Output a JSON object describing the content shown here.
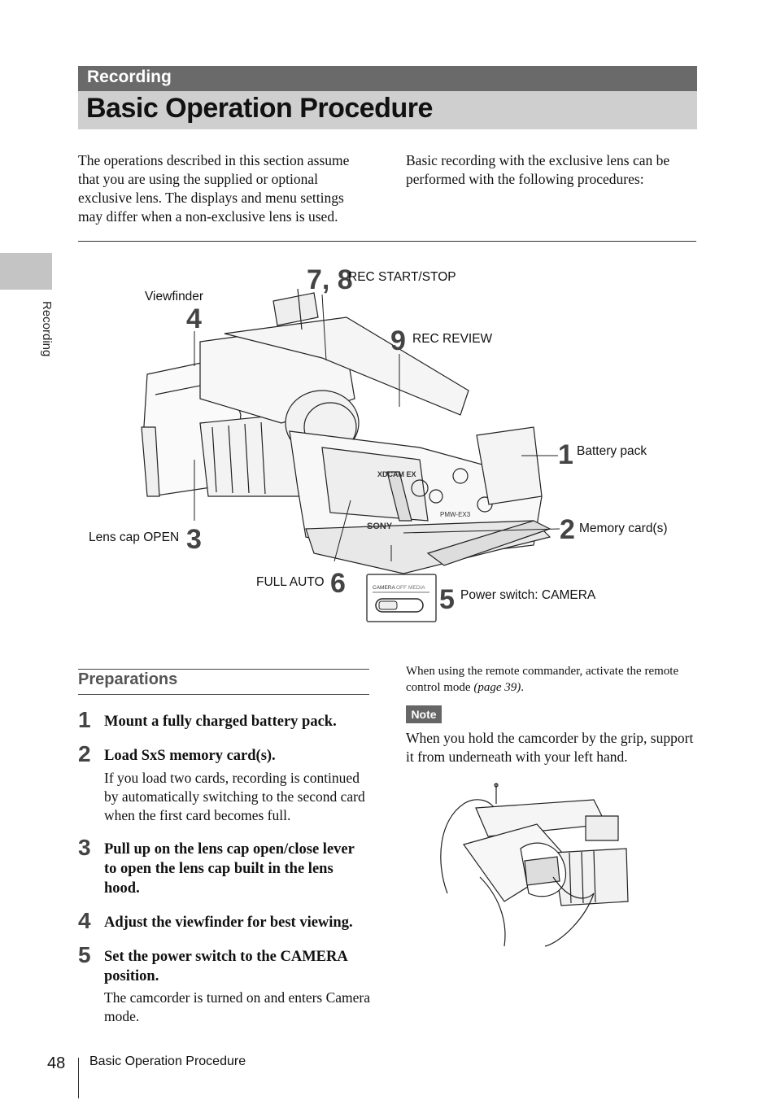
{
  "header": {
    "section": "Recording",
    "title": "Basic Operation Procedure"
  },
  "side_tab": {
    "label": "Recording"
  },
  "intro": {
    "left": "The operations described in this section assume that you are using the supplied or optional exclusive lens. The displays and menu settings may differ when a non-exclusive lens is used.",
    "right": "Basic recording with the exclusive lens can be performed with the following procedures:"
  },
  "diagram": {
    "callouts": [
      {
        "num": "7, 8",
        "label": "REC START/STOP"
      },
      {
        "num": "4",
        "label": "Viewfinder"
      },
      {
        "num": "9",
        "label": "REC REVIEW"
      },
      {
        "num": "1",
        "label": "Battery pack"
      },
      {
        "num": "2",
        "label": "Memory card(s)"
      },
      {
        "num": "3",
        "label": "Lens cap OPEN"
      },
      {
        "num": "6",
        "label": "FULL AUTO"
      },
      {
        "num": "5",
        "label": "Power switch: CAMERA"
      }
    ],
    "switch_labels": {
      "camera": "CAMERA",
      "off": "OFF",
      "media": "MEDIA"
    },
    "body_labels": {
      "brand": "SONY",
      "model": "PMW-EX3",
      "lens_brand": "XDCAM EX"
    }
  },
  "preparations": {
    "title": "Preparations",
    "steps": [
      {
        "num": "1",
        "text": "Mount a fully charged battery pack."
      },
      {
        "num": "2",
        "text": "Load SxS memory card(s).",
        "sub": "If you load two cards, recording is continued by automatically switching to the second card when the first card becomes full."
      },
      {
        "num": "3",
        "text": "Pull up on the lens cap open/close lever to open the lens cap built in the lens hood."
      },
      {
        "num": "4",
        "text": "Adjust the viewfinder for best viewing."
      },
      {
        "num": "5",
        "text": "Set the power switch to the CAMERA position.",
        "sub": "The camcorder is turned on and enters Camera mode."
      }
    ]
  },
  "right_col": {
    "remote_text": "When using the remote commander, activate the remote control mode",
    "remote_ref": "(page 39)",
    "remote_end": ".",
    "note_label": "Note",
    "note_text": "When you hold the camcorder by the grip, support it from underneath with your left hand."
  },
  "footer": {
    "page_number": "48",
    "text": "Basic Operation Procedure"
  }
}
